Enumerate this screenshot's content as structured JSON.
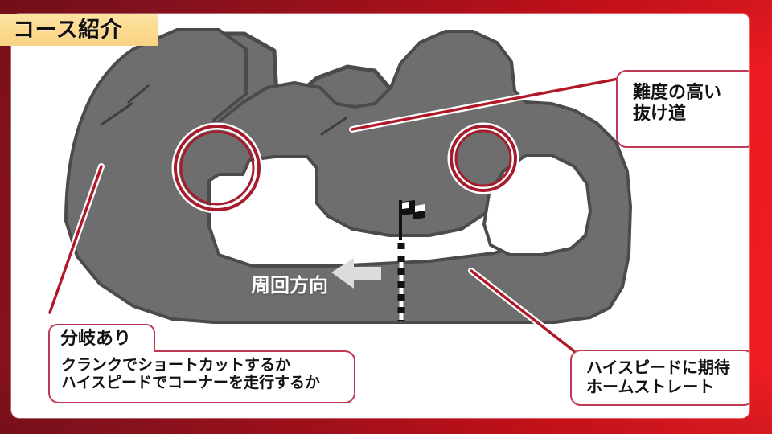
{
  "title": {
    "text": "コース紹介"
  },
  "map": {
    "direction_label": "周回方向",
    "direction_arrow_icon": "arrow-left-icon",
    "start_finish_flag_icon": "checkered-flag-icon",
    "start_finish_line_icon": "start-finish-line-icon",
    "track_fill_color": "#6e6e6e",
    "track_outline_color": "#4b4b4b",
    "highlight_ring_color": "#a51c2c",
    "leader_line_color": "#b01828"
  },
  "callouts": {
    "hard_route": {
      "line1": "難度の高い",
      "line2": "抜け道"
    },
    "home_straight": {
      "line1": "ハイスピードに期待",
      "line2": "ホームストレート"
    },
    "branch": {
      "tab": "分岐あり",
      "line1": "クランクでショートカットするか",
      "line2": "ハイスピードでコーナーを走行するか"
    }
  },
  "colors": {
    "frame_left": "#7d1019",
    "frame_right": "#f01d23",
    "banner_bg": "#fbd98e",
    "panel_bg": "#ffffff",
    "callout_border": "#c13a55"
  }
}
